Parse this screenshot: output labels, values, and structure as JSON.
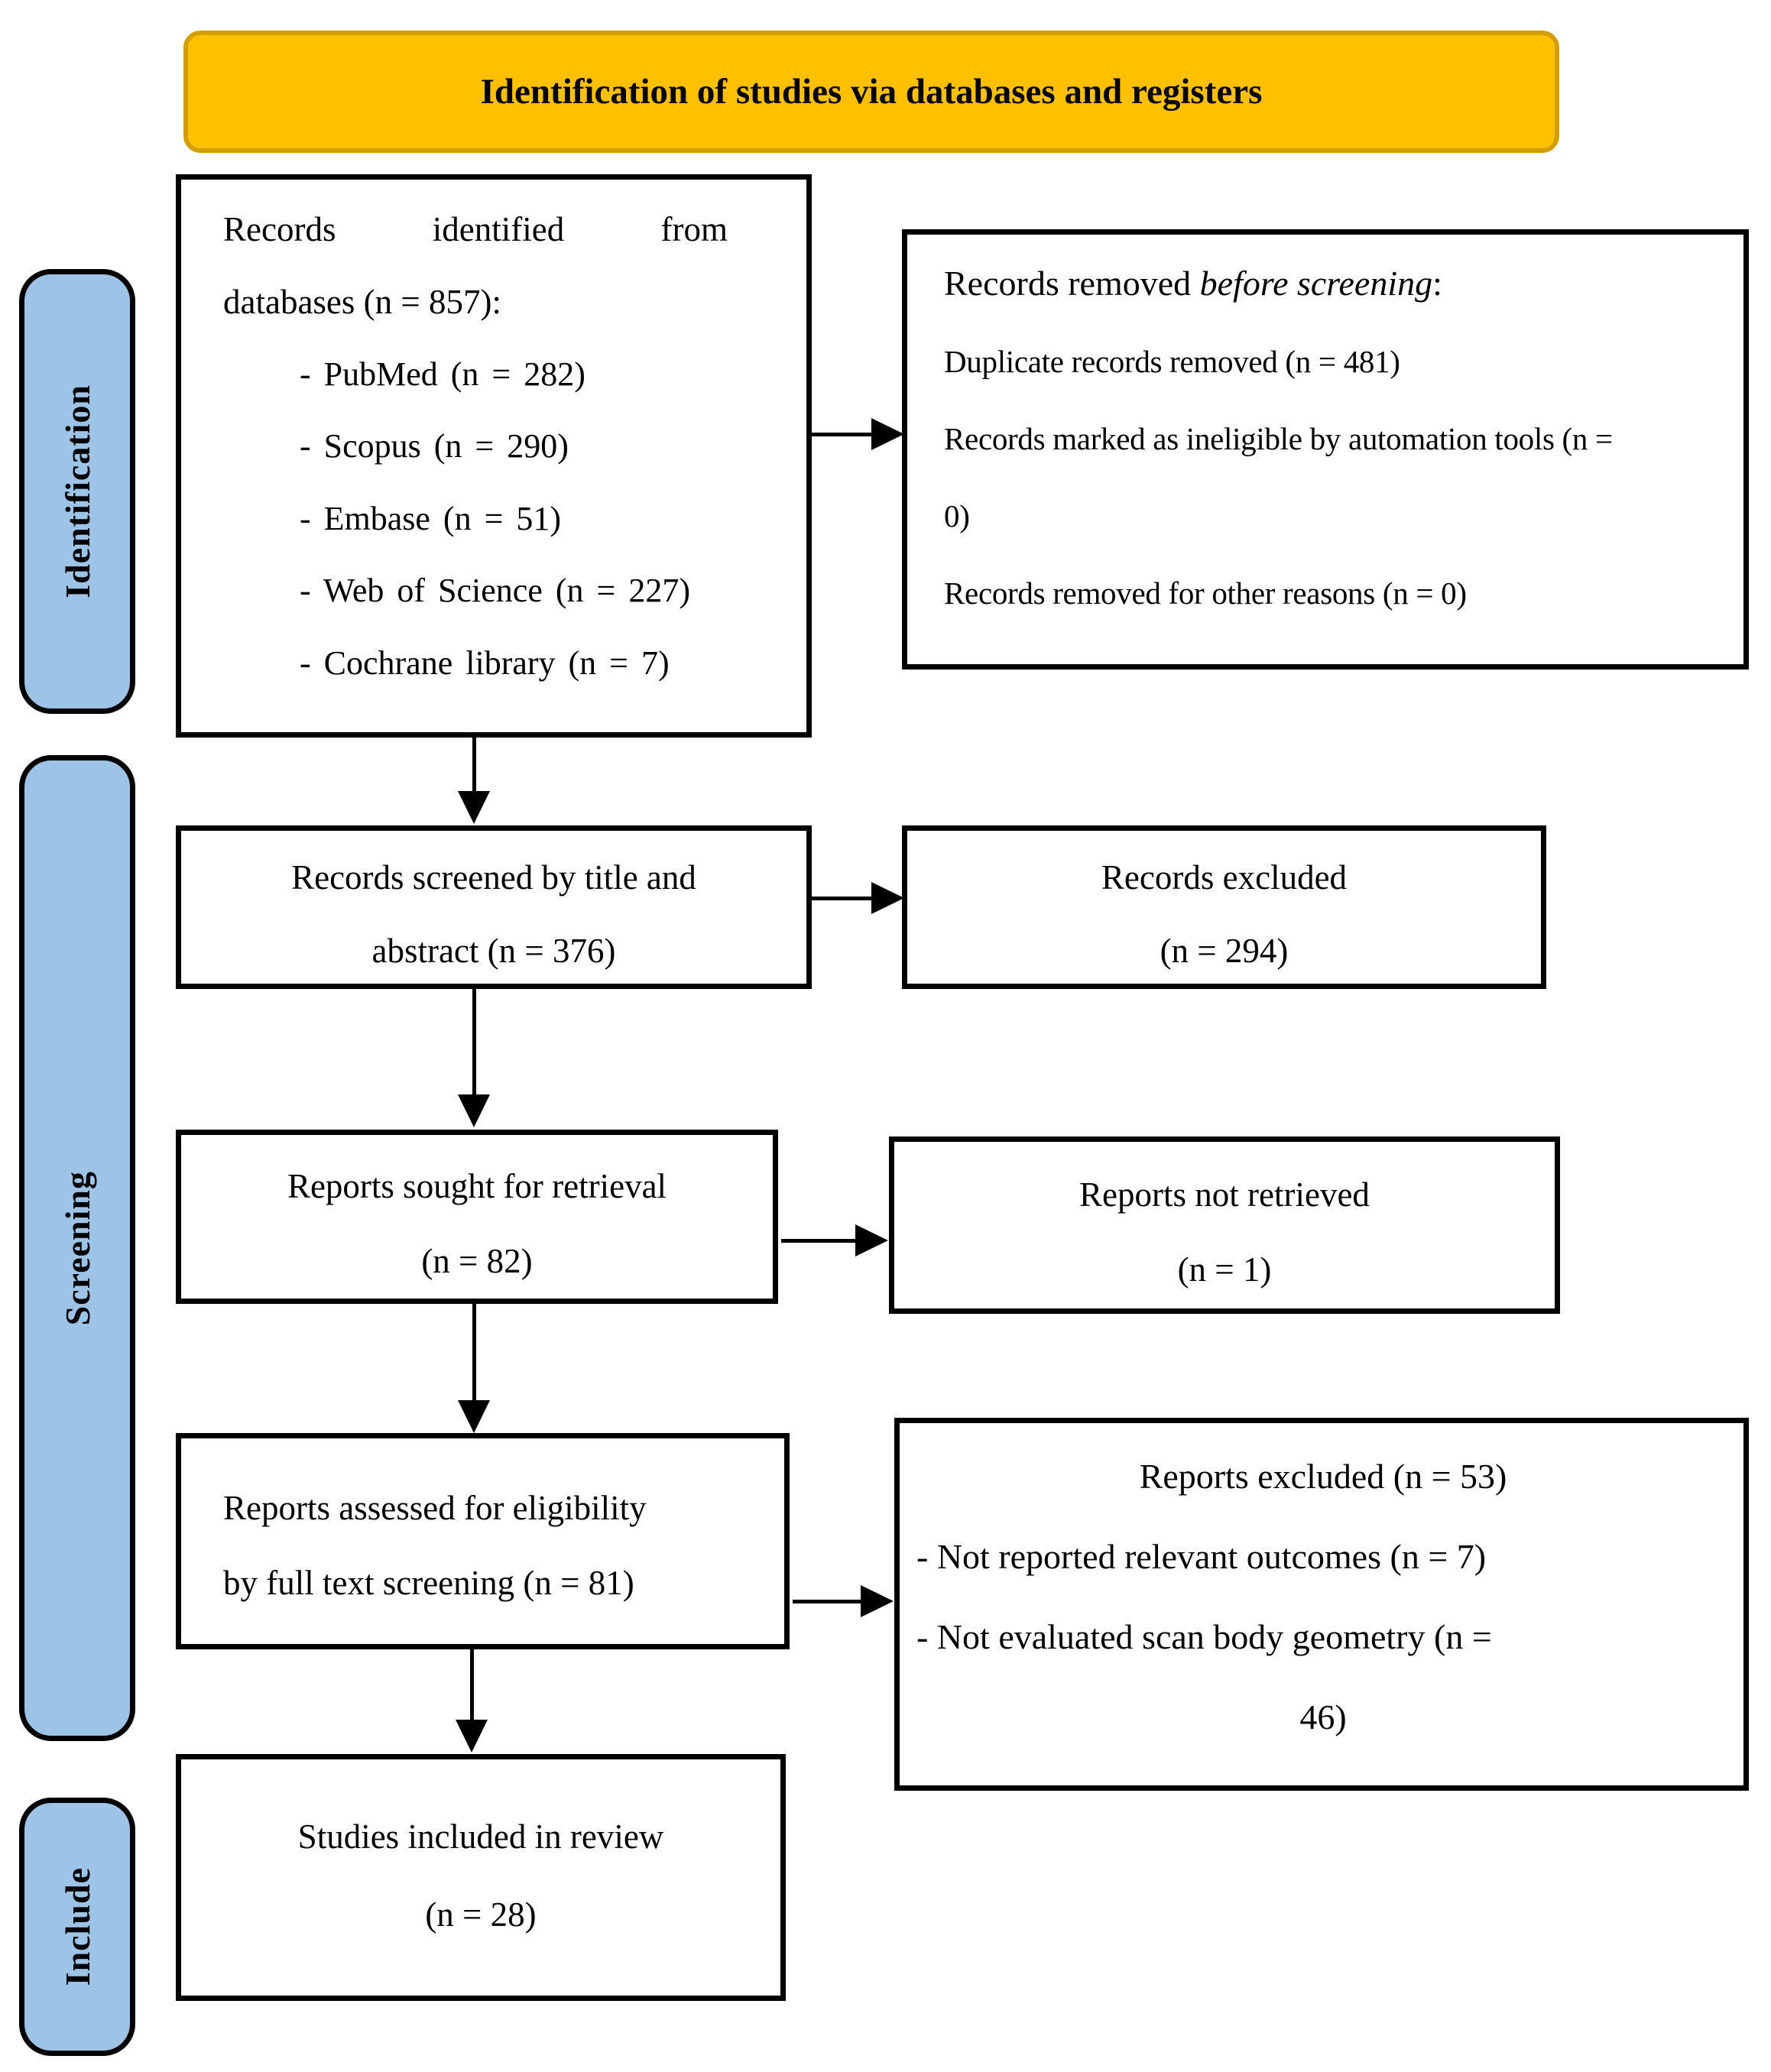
{
  "header": {
    "title": "Identification of studies via databases and registers"
  },
  "stages": {
    "identification": "Identification",
    "screening": "Screening",
    "include": "Include"
  },
  "boxes": {
    "records_identified": {
      "heading_words": [
        "Records",
        "identified",
        "from"
      ],
      "heading_line2": "databases (n = 857):",
      "sources": [
        "- PubMed (n = 282)",
        "- Scopus (n = 290)",
        "- Embase (n = 51)",
        "- Web of Science (n = 227)",
        "- Cochrane library (n = 7)"
      ]
    },
    "records_removed": {
      "title_prefix": "Records removed ",
      "title_italic": "before screening",
      "title_suffix": ":",
      "lines": [
        "Duplicate records removed (n = 481)",
        "Records marked as ineligible by automation tools (n =",
        "0)",
        "Records removed for other reasons (n = 0)"
      ]
    },
    "records_screened": {
      "lines": [
        "Records screened by title and",
        "abstract (n = 376)"
      ]
    },
    "records_excluded": {
      "lines": [
        "Records excluded",
        "(n = 294)"
      ]
    },
    "reports_sought": {
      "lines": [
        "Reports sought for retrieval",
        "(n = 82)"
      ]
    },
    "reports_not_retrieved": {
      "lines": [
        "Reports not retrieved",
        "(n = 1)"
      ]
    },
    "reports_assessed": {
      "lines": [
        "Reports assessed for eligibility",
        "by full text screening (n = 81)"
      ]
    },
    "reports_excluded_full": {
      "title": "Reports excluded (n = 53)",
      "lines": [
        "- Not reported relevant outcomes (n = 7)",
        "- Not evaluated scan body geometry (n =",
        "46)"
      ]
    },
    "studies_included": {
      "lines": [
        "Studies included in review",
        "(n = 28)"
      ]
    }
  },
  "colors": {
    "header_bg": "#FFC000",
    "header_border": "#D39E00",
    "stage_bg": "#9DC3E6",
    "border": "#000000"
  }
}
